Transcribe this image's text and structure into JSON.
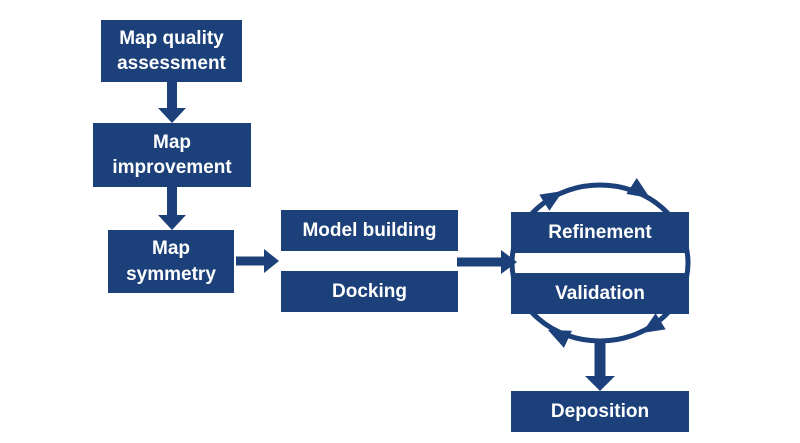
{
  "colors": {
    "primary": "#1c4079",
    "text_on_primary": "#ffffff",
    "background": "#ffffff"
  },
  "flowchart": {
    "type": "workflow-diagram",
    "nodes": [
      {
        "id": "map-quality-assessment",
        "label": "Map quality assessment"
      },
      {
        "id": "map-improvement",
        "label": "Map improvement"
      },
      {
        "id": "map-symmetry",
        "label": "Map symmetry"
      },
      {
        "id": "model-building",
        "label": "Model building"
      },
      {
        "id": "docking",
        "label": "Docking"
      },
      {
        "id": "refinement",
        "label": "Refinement"
      },
      {
        "id": "validation",
        "label": "Validation"
      },
      {
        "id": "deposition",
        "label": "Deposition"
      }
    ],
    "edges": [
      {
        "from": "Map quality assessment",
        "to": "Map improvement",
        "style": "arrow-down"
      },
      {
        "from": "Map improvement",
        "to": "Map symmetry",
        "style": "arrow-down"
      },
      {
        "from": "Map symmetry",
        "to": "Model building / Docking",
        "style": "arrow-right"
      },
      {
        "from": "Model building / Docking",
        "to": "Refinement / Validation",
        "style": "arrow-right"
      },
      {
        "cycle": "Refinement / Validation",
        "direction": "clockwise",
        "style": "circular-arrows"
      },
      {
        "from": "Refinement / Validation cycle",
        "to": "Deposition",
        "style": "arrow-down"
      }
    ]
  }
}
